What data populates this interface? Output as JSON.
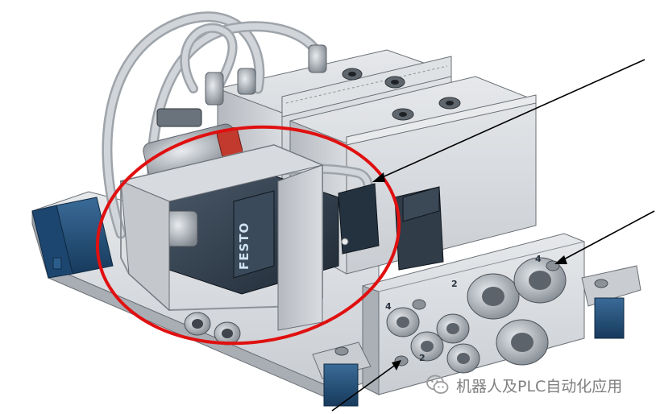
{
  "image": {
    "brand_marking": "FESTO",
    "port_labels": [
      "2",
      "4",
      "4",
      "2"
    ],
    "colors": {
      "background": "#ffffff",
      "highlight_circle": "#e01010",
      "manifold_grey": "#c9cbcf",
      "valve_dark": "#2e3b4a",
      "fitting_grey": "#9aa0a6",
      "tube_grey": "#b9bec4",
      "bracket_blue": "#234f7a",
      "callout_line": "#000000"
    }
  },
  "watermark": {
    "text": "机器人及PLC自动化应用",
    "icon": "wechat-bubble-icon"
  }
}
